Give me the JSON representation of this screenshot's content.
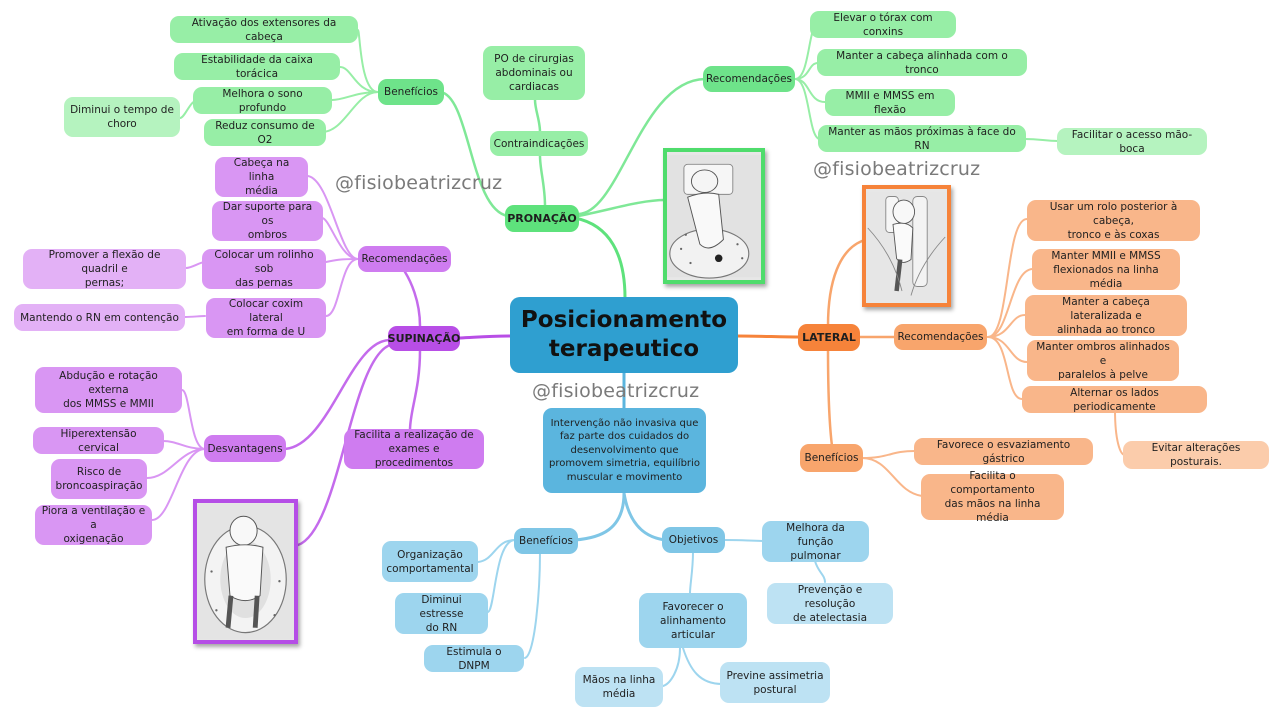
{
  "colors": {
    "root": "#2f9fd0",
    "pronacao": "#5ee27c",
    "supinacao": "#b84ee6",
    "lateral": "#f6833a",
    "center_branch": "#7fc6e6"
  },
  "root": {
    "title": "Posicionamento\nterapeutico"
  },
  "watermarks": [
    "@fisiobeatrizcruz",
    "@fisiobeatrizcruz",
    "@fisiobeatrizcruz"
  ],
  "definition": "Intervenção não invasiva que\nfaz parte dos cuidados do\ndesenvolvimento que\npromovem simetria, equilíbrio\nmuscular e movimento",
  "pronacao": {
    "label": "PRONAÇÃO",
    "contraindicacoes": {
      "label": "Contraindicações",
      "item": "PO de cirurgias\nabdominais ou\ncardiacas"
    },
    "beneficios": {
      "label": "Benefícios",
      "items": [
        "Ativação dos extensores da cabeça",
        "Estabilidade da caixa torácica",
        "Melhora o sono profundo",
        "Reduz consumo de O2"
      ],
      "sub": "Diminui o tempo de\nchoro"
    },
    "recomendacoes": {
      "label": "Recomendações",
      "items": [
        "Elevar o tórax com conxins",
        "Manter a cabeça alinhada com o tronco",
        "MMII e MMSS em flexão",
        "Manter as mãos próximas à face do RN"
      ],
      "sub": "Facilitar o acesso mão-boca"
    },
    "image": "prone-infant-photo"
  },
  "supinacao": {
    "label": "SUPINAÇÃO",
    "recomendacoes": {
      "label": "Recomendações",
      "items": [
        "Cabeça na linha\nmédia",
        "Dar suporte para os\nombros",
        "Colocar um rolinho sob\ndas pernas",
        "Colocar coxim lateral\nem forma de U"
      ],
      "sub_rolinho": "Promover a flexão de quadril e\npernas;",
      "sub_coxim": "Mantendo o RN em contenção"
    },
    "desvantagens": {
      "label": "Desvantagens",
      "items": [
        "Abdução e rotação externa\ndos MMSS e MMII",
        "Hiperextensão cervical",
        "Risco de\nbroncoaspiração",
        "Piora a ventilação e a\noxigenação"
      ]
    },
    "vantagem": "Facilita a realização de\nexames e procedimentos",
    "image": "supine-infant-photo"
  },
  "lateral": {
    "label": "LATERAL",
    "recomendacoes": {
      "label": "Recomendações",
      "items": [
        "Usar um rolo posterior à cabeça,\ntronco e às coxas",
        "Manter MMII e MMSS\nflexionados na linha média",
        "Manter a cabeça lateralizada e\nalinhada ao tronco",
        "Manter ombros alinhados e\nparalelos à pelve",
        "Alternar os lados periodicamente"
      ],
      "sub": "Evitar alterações posturais."
    },
    "beneficios": {
      "label": "Benefícios",
      "items": [
        "Favorece o esvaziamento gástrico",
        "Facilita o comportamento\ndas mãos na linha média"
      ]
    },
    "image": "side-lying-infant-photo"
  },
  "center": {
    "beneficios": {
      "label": "Benefícios",
      "items": [
        "Organização\ncomportamental",
        "Diminui estresse\ndo RN",
        "Estimula o DNPM"
      ]
    },
    "objetivos": {
      "label": "Objetivos",
      "items": [
        "Melhora da função\npulmonar",
        "Favorecer o\nalinhamento\narticular"
      ],
      "sub_pulmonar": "Prevenção e resolução\nde atelectasia",
      "sub_alinhamento": [
        "Mãos na linha\nmédia",
        "Previne assimetria\npostural"
      ]
    }
  }
}
